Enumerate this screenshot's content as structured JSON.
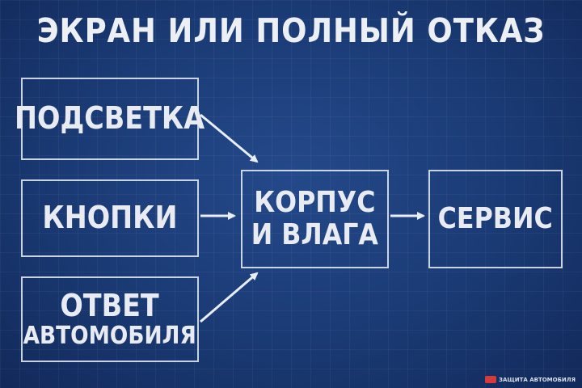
{
  "title": "ЭКРАН ИЛИ ПОЛНЫЙ ОТКАЗ",
  "nodes": {
    "backlight": "ПОДСВЕТКА",
    "buttons": "КНОПКИ",
    "car_response_line1": "ОТВЕТ",
    "car_response_line2": "АВТОМОБИЛЯ",
    "body_moisture_line1": "КОРПУС",
    "body_moisture_line2": "И ВЛАГА",
    "service": "СЕРВИС"
  },
  "watermark": "ЗАЩИТА АВТОМОБИЛЯ",
  "colors": {
    "background": "#1d3f7a",
    "lines": "#e8eef6",
    "logo_accent": "#d63a3a"
  }
}
